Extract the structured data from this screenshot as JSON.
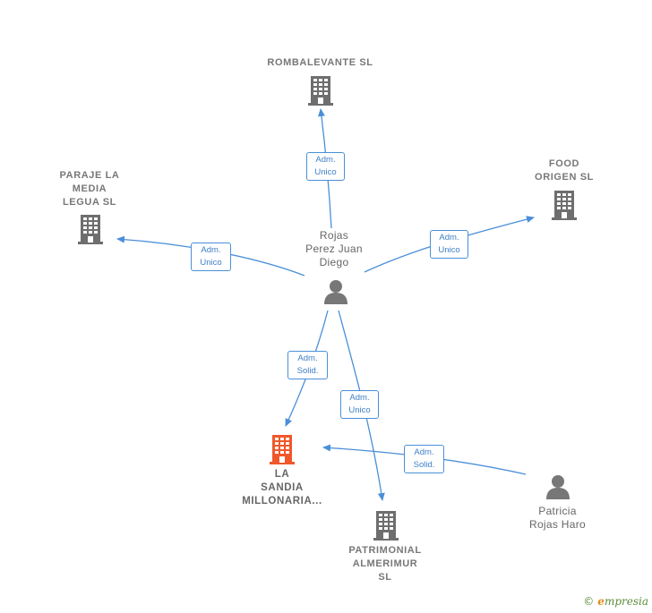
{
  "colors": {
    "company_icon": "#6e6e6e",
    "main_company_icon": "#f0582a",
    "person_icon": "#777777",
    "edge": "#4a8fd8"
  },
  "nodes": {
    "rombalevante": {
      "label": "ROMBALEVANTE SL",
      "icon": "building-icon"
    },
    "paraje": {
      "label": "PARAJE LA\nMEDIA\nLEGUA SL",
      "icon": "building-icon"
    },
    "food_origen": {
      "label": "FOOD\nORIGEN SL",
      "icon": "building-icon"
    },
    "rojas": {
      "label": "Rojas\nPerez Juan\nDiego",
      "icon": "person-icon"
    },
    "la_sandia": {
      "label": "LA\nSANDIA\nMILLONARIA...",
      "icon": "building-icon"
    },
    "patrimonial": {
      "label": "PATRIMONIAL\nALMERIMUR\nSL",
      "icon": "building-icon"
    },
    "patricia": {
      "label": "Patricia\nRojas Haro",
      "icon": "person-icon"
    }
  },
  "edges": [
    {
      "from": "rojas",
      "to": "rombalevante",
      "label": [
        "Adm.",
        "Unico"
      ]
    },
    {
      "from": "rojas",
      "to": "paraje",
      "label": [
        "Adm.",
        "Unico"
      ]
    },
    {
      "from": "rojas",
      "to": "food_origen",
      "label": [
        "Adm.",
        "Unico"
      ]
    },
    {
      "from": "rojas",
      "to": "la_sandia",
      "label": [
        "Adm.",
        "Solid."
      ]
    },
    {
      "from": "rojas",
      "to": "patrimonial",
      "label": [
        "Adm.",
        "Unico"
      ]
    },
    {
      "from": "patricia",
      "to": "la_sandia",
      "label": [
        "Adm.",
        "Solid."
      ]
    }
  ],
  "watermark": {
    "symbol": "©",
    "first": "e",
    "rest": "mpresia"
  }
}
